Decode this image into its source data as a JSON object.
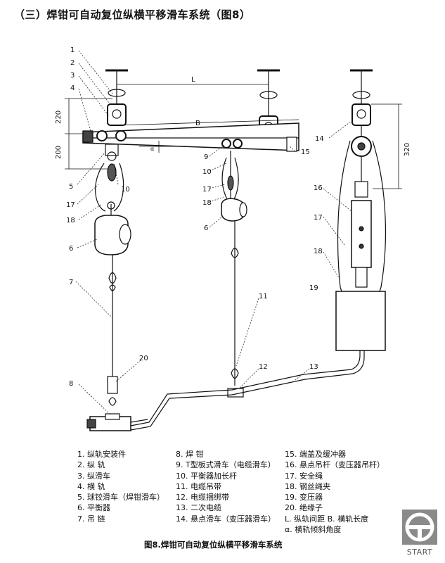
{
  "header": {
    "title": "（三）焊钳可自动复位纵横平移滑车系统（图8）"
  },
  "callouts": {
    "c1": "1",
    "c2": "2",
    "c3": "3",
    "c4": "4",
    "c5": "5",
    "c10a": "10",
    "c17a": "17",
    "c18a": "18",
    "c6a": "6",
    "c7": "7",
    "c8": "8",
    "c20": "20",
    "c9": "9",
    "c10b": "10",
    "c17b": "17",
    "c18b": "18",
    "c6b": "6",
    "c11": "11",
    "c12": "12",
    "c13": "13",
    "c14": "14",
    "c15": "15",
    "c16": "16",
    "c17c": "17",
    "c18c": "18",
    "c19": "19"
  },
  "dimensions": {
    "L": "L",
    "B": "B",
    "alpha": "α",
    "d220": "220",
    "d200": "200",
    "d320": "320"
  },
  "legend": {
    "col1": [
      "1. 纵轨安装件",
      "2. 纵 轨",
      "3. 纵滑车",
      "4. 横 轨",
      "5. 球铰滑车（焊钳滑车）",
      "6. 平衡器",
      "7. 吊 链"
    ],
    "col2": [
      "8. 焊 钳",
      "9. T型板式滑车（电缆滑车）",
      "10. 平衡器加长杆",
      "11. 电缆吊带",
      "12. 电缆捆绑带",
      "13. 二次电缆",
      "14. 悬点滑车（变压器滑车）"
    ],
    "col3": [
      "15. 端盖及缓冲器",
      "16. 悬点吊杆（变压器吊杆）",
      "17. 安全绳",
      "18. 钢丝绳夹",
      "19. 变压器",
      "20. 绝缘子",
      "L. 纵轨间距  B. 横轨长度",
      "α. 横轨倾斜角度"
    ]
  },
  "caption": "图8.焊钳可自动复位纵横平移滑车系统",
  "logo": {
    "text": "START",
    "icon": "steering-wheel-logo"
  }
}
